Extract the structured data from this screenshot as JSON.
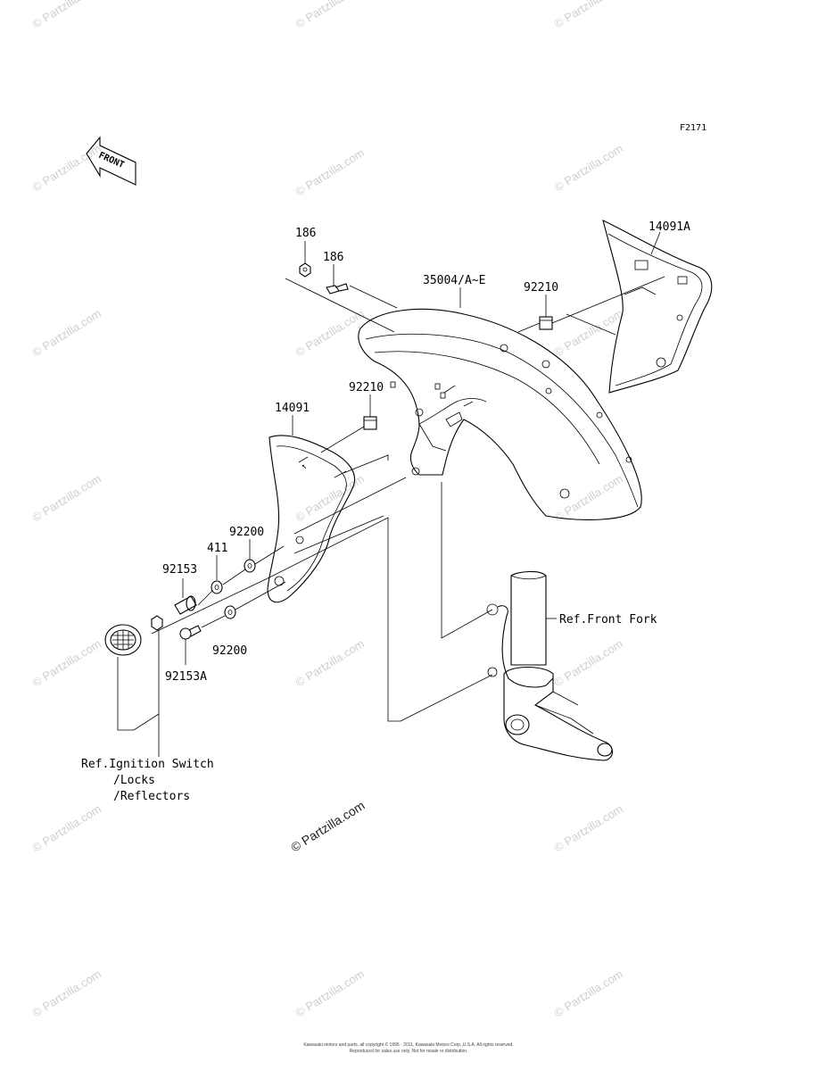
{
  "diagram": {
    "code": "F2171",
    "front_label": "FRONT",
    "parts": {
      "bolt_186_a": "186",
      "bolt_186_b": "186",
      "fender": "35004/A~E",
      "nut_92210_upper": "92210",
      "cover_right": "14091A",
      "nut_92210_lower": "92210",
      "cover_left": "14091",
      "washer_92200_upper": "92200",
      "washer_411": "411",
      "bolt_92153": "92153",
      "washer_92200_lower": "92200",
      "bolt_92153A": "92153A"
    },
    "references": {
      "front_fork": "Ref.Front Fork",
      "ignition_line1": "Ref.Ignition Switch",
      "ignition_line2": "/Locks",
      "ignition_line3": "/Reflectors"
    },
    "watermark": "© Partzilla.com",
    "footer_line1": "Kawasaki motors and parts, all copyright © 1995 - 2011, Kawasaki Motors Corp.,U.S.A. All rights reserved.",
    "footer_line2": "Reproduced for sales use only. Not for resale or distribution."
  }
}
